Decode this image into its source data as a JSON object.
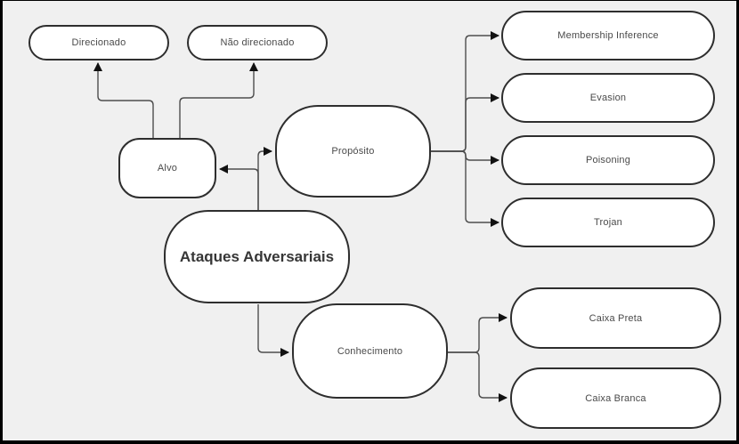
{
  "diagram_title": "Ataques Adversariais mind map",
  "colors": {
    "background": "#f0f0f0",
    "node_fill": "#ffffff",
    "node_border": "#2e2e2e",
    "connector": "#4d4d4d",
    "arrowhead": "#111111",
    "label_text": "#4a4a4a",
    "root_label_text": "#363636",
    "outer_frame": "#000000"
  },
  "nodes": {
    "root": {
      "label": "Ataques Adversariais"
    },
    "alvo": {
      "label": "Alvo"
    },
    "proposito": {
      "label": "Propósito"
    },
    "conhecimento": {
      "label": "Conhecimento"
    },
    "direcionado": {
      "label": "Direcionado"
    },
    "nao_direcionado": {
      "label": "Não direcionado"
    },
    "membership_inference": {
      "label": "Membership Inference"
    },
    "evasion": {
      "label": "Evasion"
    },
    "poisoning": {
      "label": "Poisoning"
    },
    "trojan": {
      "label": "Trojan"
    },
    "caixa_preta": {
      "label": "Caixa Preta"
    },
    "caixa_branca": {
      "label": "Caixa Branca"
    }
  },
  "edges": [
    {
      "from": "root",
      "to": "alvo"
    },
    {
      "from": "root",
      "to": "proposito"
    },
    {
      "from": "root",
      "to": "conhecimento"
    },
    {
      "from": "alvo",
      "to": "direcionado"
    },
    {
      "from": "alvo",
      "to": "nao_direcionado"
    },
    {
      "from": "proposito",
      "to": "membership_inference"
    },
    {
      "from": "proposito",
      "to": "evasion"
    },
    {
      "from": "proposito",
      "to": "poisoning"
    },
    {
      "from": "proposito",
      "to": "trojan"
    },
    {
      "from": "conhecimento",
      "to": "caixa_preta"
    },
    {
      "from": "conhecimento",
      "to": "caixa_branca"
    }
  ]
}
